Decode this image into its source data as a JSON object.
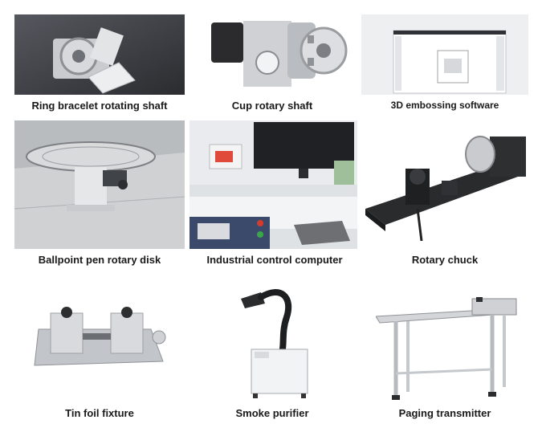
{
  "grid": {
    "items": [
      {
        "caption": "Ring bracelet rotating shaft",
        "icon": "ring-bracelet-rotating-shaft-image"
      },
      {
        "caption": "Cup rotary shaft",
        "icon": "cup-rotary-shaft-image"
      },
      {
        "caption": "3D embossing software",
        "icon": "3d-embossing-software-image"
      },
      {
        "caption": "Ballpoint pen rotary disk",
        "icon": "ballpoint-pen-rotary-disk-image"
      },
      {
        "caption": "Industrial control computer",
        "icon": "industrial-control-computer-image"
      },
      {
        "caption": "Rotary chuck",
        "icon": "rotary-chuck-image"
      },
      {
        "caption": "Tin foil fixture",
        "icon": "tin-foil-fixture-image"
      },
      {
        "caption": "Smoke purifier",
        "icon": "smoke-purifier-image"
      },
      {
        "caption": "Paging transmitter",
        "icon": "paging-transmitter-image"
      }
    ]
  }
}
